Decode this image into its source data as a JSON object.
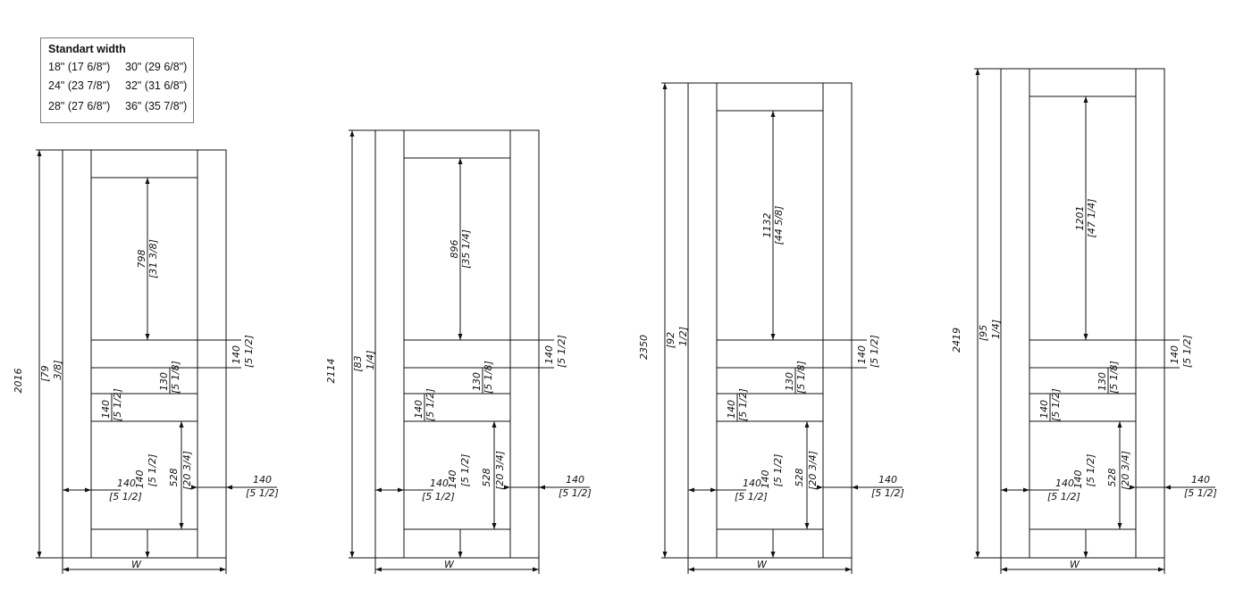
{
  "legend": {
    "title": "Standart width",
    "rows": [
      [
        "18\" (17 6/8\")",
        "30\" (29 6/8\")"
      ],
      [
        "24\" (23 7/8\")",
        "32\" (31 6/8\")"
      ],
      [
        "28\" (27 6/8\")",
        "36\" (35 7/8\")"
      ]
    ]
  },
  "common_dims": {
    "rail_mm": "140",
    "rail_in": "[5 1/2]",
    "mid_mm": "130",
    "mid_in": "[5 1/8]",
    "bottom_mm": "528",
    "bottom_in": "[20 3/4]",
    "width_label": "W"
  },
  "doors": [
    {
      "height_mm": "2016",
      "height_in_a": "[79",
      "height_in_b": "3/8]",
      "panel_mm": "798",
      "panel_in": "[31 3/8]"
    },
    {
      "height_mm": "2114",
      "height_in_a": "[83",
      "height_in_b": "1/4]",
      "panel_mm": "896",
      "panel_in": "[35 1/4]"
    },
    {
      "height_mm": "2350",
      "height_in_a": "[92",
      "height_in_b": "1/2]",
      "panel_mm": "1132",
      "panel_in": "[44 5/8]"
    },
    {
      "height_mm": "2419",
      "height_in_a": "[95",
      "height_in_b": "1/4]",
      "panel_mm": "1201",
      "panel_in": "[47 1/4]"
    }
  ]
}
